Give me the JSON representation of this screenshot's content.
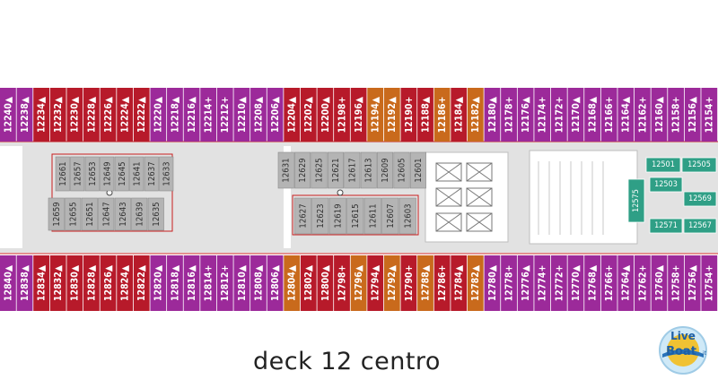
{
  "caption": "deck 12 centro",
  "logo": {
    "text": "LiveBoat.it"
  },
  "colors": {
    "purple": "#9c2a9a",
    "red": "#b71a2a",
    "orange": "#c96a1c",
    "gray": "#b4b4b4",
    "teal": "#2f9f86",
    "corridor": "#e2e2e2"
  },
  "top_row": [
    {
      "n": "12240",
      "s": "▲",
      "c": "purple"
    },
    {
      "n": "12238",
      "s": "▲",
      "c": "purple"
    },
    {
      "n": "12234",
      "s": "▲",
      "c": "red"
    },
    {
      "n": "12232",
      "s": "▲",
      "c": "red"
    },
    {
      "n": "12230",
      "s": "▲",
      "c": "red"
    },
    {
      "n": "12228",
      "s": "▲",
      "c": "red"
    },
    {
      "n": "12226",
      "s": "▲",
      "c": "red"
    },
    {
      "n": "12224",
      "s": "▲",
      "c": "red"
    },
    {
      "n": "12222",
      "s": "▲",
      "c": "red"
    },
    {
      "n": "12220",
      "s": "▲",
      "c": "purple"
    },
    {
      "n": "12218",
      "s": "▲",
      "c": "purple"
    },
    {
      "n": "12216",
      "s": "▲",
      "c": "purple"
    },
    {
      "n": "12214",
      "s": "+",
      "c": "purple"
    },
    {
      "n": "12212",
      "s": "+",
      "c": "purple"
    },
    {
      "n": "12210",
      "s": "▲",
      "c": "purple"
    },
    {
      "n": "12208",
      "s": "▲",
      "c": "purple"
    },
    {
      "n": "12206",
      "s": "▲",
      "c": "purple"
    },
    {
      "n": "12204",
      "s": "▲",
      "c": "red"
    },
    {
      "n": "12202",
      "s": "▲",
      "c": "red"
    },
    {
      "n": "12200",
      "s": "▲",
      "c": "red"
    },
    {
      "n": "12198",
      "s": "+",
      "c": "red"
    },
    {
      "n": "12196",
      "s": "▲",
      "c": "red"
    },
    {
      "n": "12194",
      "s": "▲",
      "c": "orange"
    },
    {
      "n": "12192",
      "s": "▲",
      "c": "orange"
    },
    {
      "n": "12190",
      "s": "+",
      "c": "red"
    },
    {
      "n": "12188",
      "s": "▲",
      "c": "red"
    },
    {
      "n": "12186",
      "s": "+",
      "c": "orange"
    },
    {
      "n": "12184",
      "s": "▲",
      "c": "red"
    },
    {
      "n": "12182",
      "s": "▲",
      "c": "orange"
    },
    {
      "n": "12180",
      "s": "▲",
      "c": "purple"
    },
    {
      "n": "12178",
      "s": "+",
      "c": "purple"
    },
    {
      "n": "12176",
      "s": "▲",
      "c": "purple"
    },
    {
      "n": "12174",
      "s": "+",
      "c": "purple"
    },
    {
      "n": "12172",
      "s": "+",
      "c": "purple"
    },
    {
      "n": "12170",
      "s": "▲",
      "c": "purple"
    },
    {
      "n": "12168",
      "s": "▲",
      "c": "purple"
    },
    {
      "n": "12166",
      "s": "+",
      "c": "purple"
    },
    {
      "n": "12164",
      "s": "▲",
      "c": "purple"
    },
    {
      "n": "12162",
      "s": "+",
      "c": "purple"
    },
    {
      "n": "12160",
      "s": "▲",
      "c": "purple"
    },
    {
      "n": "12158",
      "s": "+",
      "c": "purple"
    },
    {
      "n": "12156",
      "s": "▲",
      "c": "purple"
    },
    {
      "n": "12154",
      "s": "+",
      "c": "purple"
    }
  ],
  "bottom_row": [
    {
      "n": "12840",
      "s": "▲",
      "c": "purple"
    },
    {
      "n": "12838",
      "s": "▲",
      "c": "purple"
    },
    {
      "n": "12834",
      "s": "▲",
      "c": "red"
    },
    {
      "n": "12832",
      "s": "▲",
      "c": "red"
    },
    {
      "n": "12830",
      "s": "▲",
      "c": "red"
    },
    {
      "n": "12828",
      "s": "▲",
      "c": "red"
    },
    {
      "n": "12826",
      "s": "▲",
      "c": "red"
    },
    {
      "n": "12824",
      "s": "▲",
      "c": "red"
    },
    {
      "n": "12822",
      "s": "▲",
      "c": "red"
    },
    {
      "n": "12820",
      "s": "▲",
      "c": "purple"
    },
    {
      "n": "12818",
      "s": "▲",
      "c": "purple"
    },
    {
      "n": "12816",
      "s": "▲",
      "c": "purple"
    },
    {
      "n": "12814",
      "s": "+",
      "c": "purple"
    },
    {
      "n": "12812",
      "s": "+",
      "c": "purple"
    },
    {
      "n": "12810",
      "s": "▲",
      "c": "purple"
    },
    {
      "n": "12808",
      "s": "▲",
      "c": "purple"
    },
    {
      "n": "12806",
      "s": "▲",
      "c": "purple"
    },
    {
      "n": "12804",
      "s": "▲",
      "c": "orange"
    },
    {
      "n": "12802",
      "s": "▲",
      "c": "red"
    },
    {
      "n": "12800",
      "s": "▲",
      "c": "red"
    },
    {
      "n": "12798",
      "s": "+",
      "c": "red"
    },
    {
      "n": "12796",
      "s": "▲",
      "c": "orange"
    },
    {
      "n": "12794",
      "s": "▲",
      "c": "red"
    },
    {
      "n": "12792",
      "s": "▲",
      "c": "orange"
    },
    {
      "n": "12790",
      "s": "+",
      "c": "red"
    },
    {
      "n": "12788",
      "s": "▲",
      "c": "orange"
    },
    {
      "n": "12786",
      "s": "+",
      "c": "red"
    },
    {
      "n": "12784",
      "s": "▲",
      "c": "red"
    },
    {
      "n": "12782",
      "s": "▲",
      "c": "orange"
    },
    {
      "n": "12780",
      "s": "▲",
      "c": "purple"
    },
    {
      "n": "12778",
      "s": "+",
      "c": "purple"
    },
    {
      "n": "12776",
      "s": "▲",
      "c": "purple"
    },
    {
      "n": "12774",
      "s": "+",
      "c": "purple"
    },
    {
      "n": "12772",
      "s": "+",
      "c": "purple"
    },
    {
      "n": "12770",
      "s": "▲",
      "c": "purple"
    },
    {
      "n": "12768",
      "s": "▲",
      "c": "purple"
    },
    {
      "n": "12766",
      "s": "+",
      "c": "purple"
    },
    {
      "n": "12764",
      "s": "▲",
      "c": "purple"
    },
    {
      "n": "12762",
      "s": "+",
      "c": "purple"
    },
    {
      "n": "12760",
      "s": "▲",
      "c": "purple"
    },
    {
      "n": "12758",
      "s": "+",
      "c": "purple"
    },
    {
      "n": "12756",
      "s": "▲",
      "c": "purple"
    },
    {
      "n": "12754",
      "s": "+",
      "c": "purple"
    }
  ],
  "inner_left_top": [
    "12661",
    "12657",
    "12653",
    "12649",
    "12645",
    "12641",
    "12637",
    "12633"
  ],
  "inner_left_bottom": [
    "12659",
    "12655",
    "12651",
    "12647",
    "12643",
    "12639",
    "12635"
  ],
  "inner_center_top": [
    "12631",
    "12629",
    "12625",
    "12621",
    "12617",
    "12613",
    "12609",
    "12605",
    "12601"
  ],
  "inner_center_bottom": [
    "12627",
    "12623",
    "12619",
    "12615",
    "12611",
    "12607",
    "12603"
  ],
  "suites": [
    "12501",
    "12505",
    "12503",
    "12569",
    "12575",
    "12571",
    "12567"
  ]
}
